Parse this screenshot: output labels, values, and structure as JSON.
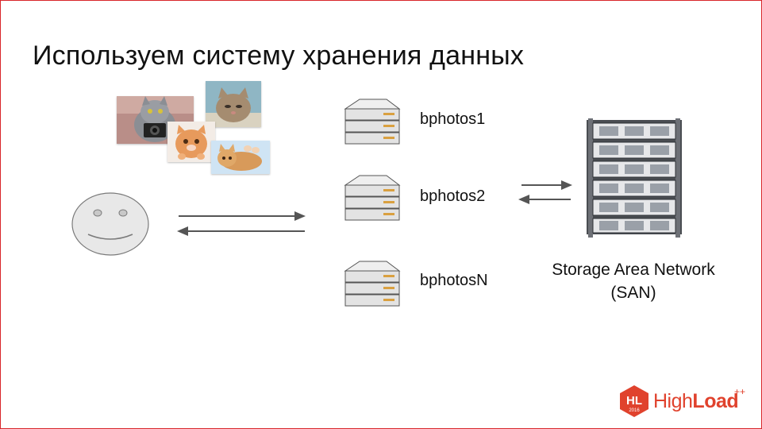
{
  "slide": {
    "title": "Используем систему хранения данных",
    "accent_color": "#d9262b"
  },
  "photos": [
    {
      "name": "cat-with-camera-photo"
    },
    {
      "name": "kitten-grey-photo"
    },
    {
      "name": "kitten-orange-photo"
    },
    {
      "name": "kitten-lying-photo"
    }
  ],
  "servers": [
    {
      "label": "bphotos1"
    },
    {
      "label": "bphotos2"
    },
    {
      "label": "bphotosN"
    }
  ],
  "san": {
    "label_line1": "Storage Area Network",
    "label_line2": "(SAN)"
  },
  "logo": {
    "badge_text": "HL",
    "badge_year": "2016",
    "brand_light": "High",
    "brand_bold": "Load",
    "brand_plus": "++",
    "brand_color": "#e0422d"
  }
}
